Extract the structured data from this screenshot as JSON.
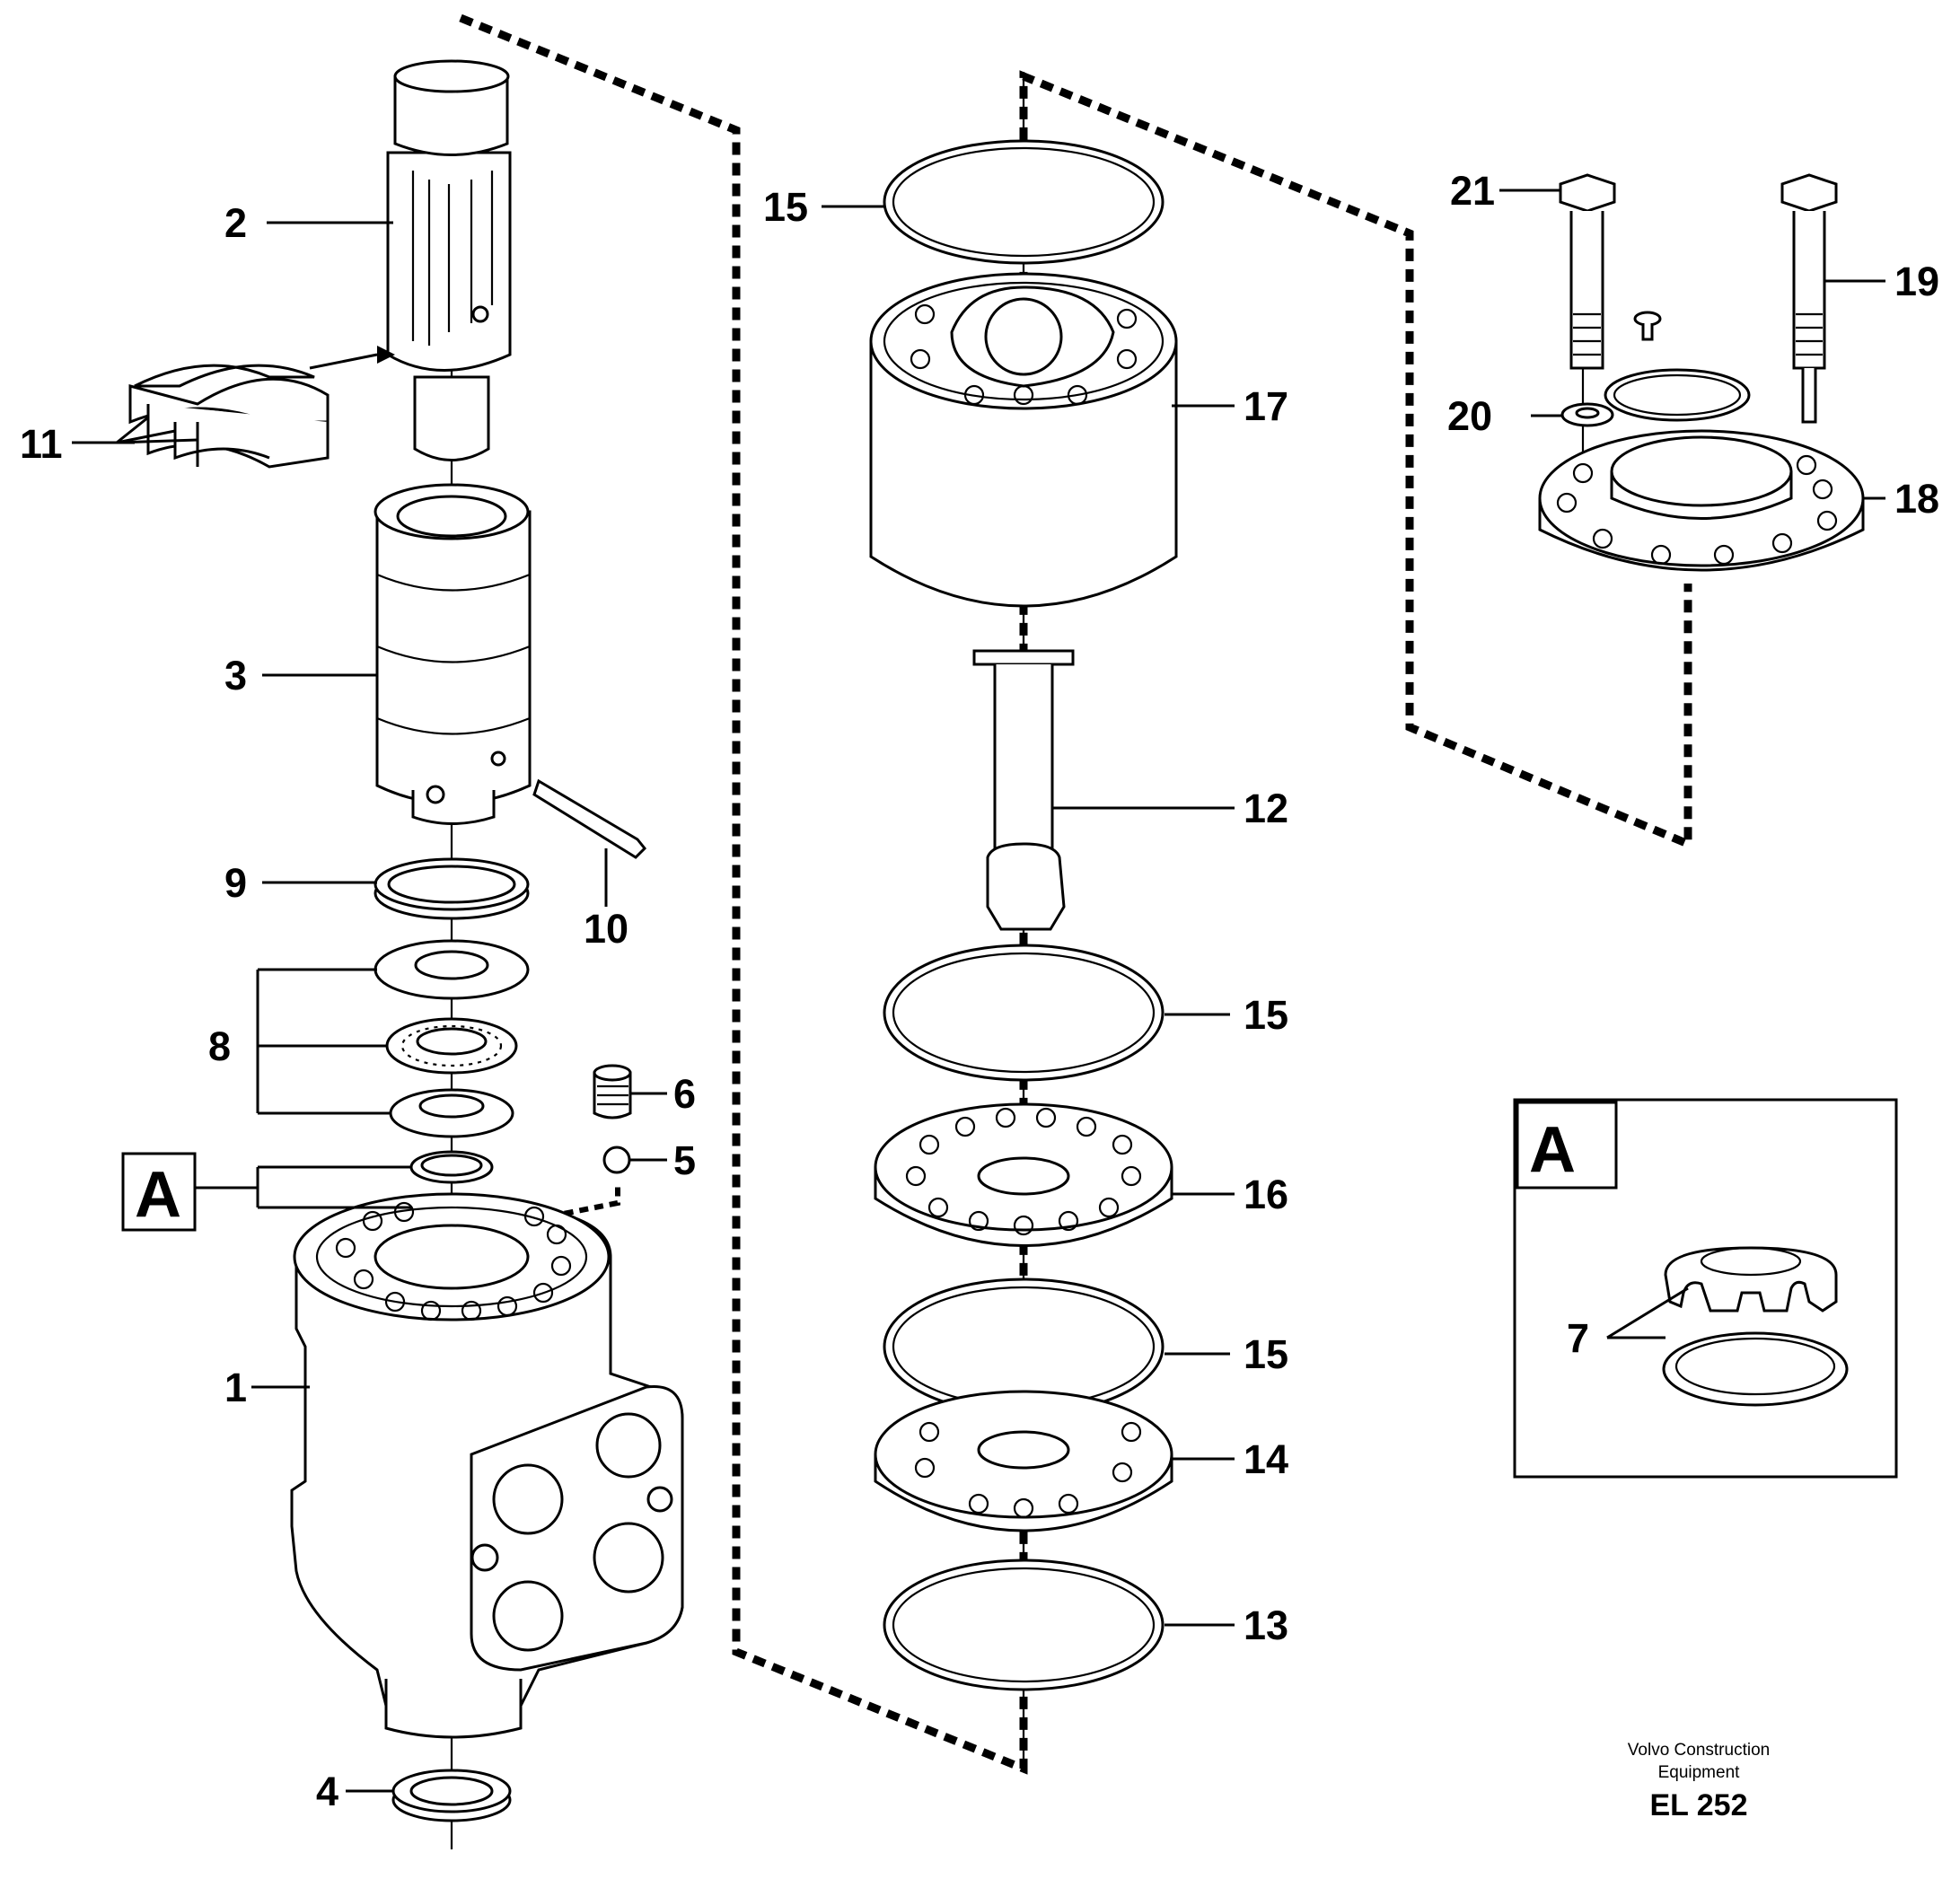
{
  "diagram": {
    "callouts": {
      "c1": "1",
      "c2": "2",
      "c3": "3",
      "c4": "4",
      "c5": "5",
      "c6": "6",
      "c7": "7",
      "c8": "8",
      "c9": "9",
      "c10": "10",
      "c11": "11",
      "c12": "12",
      "c13": "13",
      "c14": "14",
      "c15a": "15",
      "c15b": "15",
      "c15c": "15",
      "c16": "16",
      "c17": "17",
      "c18": "18",
      "c19": "19",
      "c20": "20",
      "c21": "21"
    },
    "detail_marker": "A",
    "detail_title": "A"
  },
  "footer": {
    "company_line1": "Volvo Construction",
    "company_line2": "Equipment",
    "code": "EL 252"
  }
}
